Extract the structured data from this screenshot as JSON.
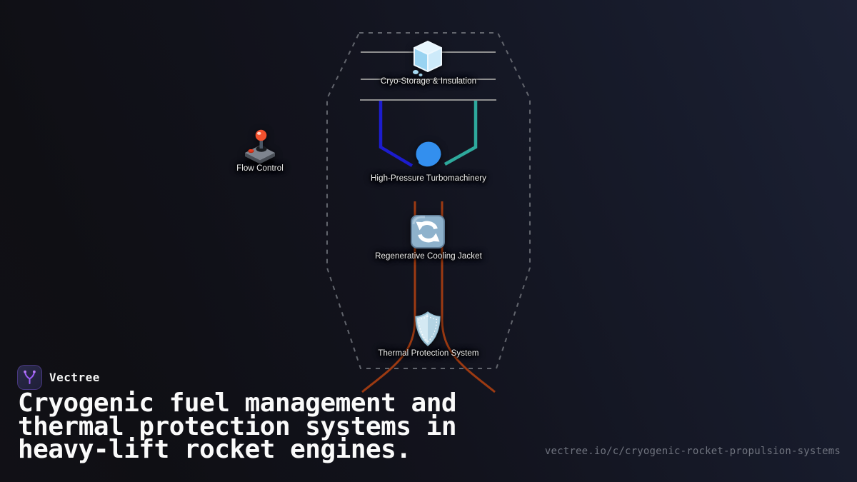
{
  "brand": {
    "name": "Vectree",
    "logo_icon": "vector-branch-icon",
    "accent_color": "#9b5cf6"
  },
  "headline": "Cryogenic fuel management and thermal protection systems in heavy-lift rocket engines.",
  "footer_url": "vectree.io/c/cryogenic-rocket-propulsion-systems",
  "diagram": {
    "description": "Dashed rocket silhouette with cryogenic propulsion stages",
    "nodes": [
      {
        "label": "Cryo-Storage & Insulation",
        "icon": "ice-cube-icon"
      },
      {
        "label": "High-Pressure Turbomachinery",
        "icon": "cyclone-spiral-icon"
      },
      {
        "label": "Regenerative Cooling Jacket",
        "icon": "recycle-arrows-icon"
      },
      {
        "label": "Thermal Protection System",
        "icon": "shield-icon"
      },
      {
        "label": "Flow Control",
        "icon": "joystick-icon"
      }
    ],
    "colors": {
      "outline_dash": "#62656d",
      "tank_lines": "#8f8f8f",
      "feed_line_blue": "#1c1cce",
      "feed_line_teal": "#2ea99c",
      "coolant_line_red": "#9c3a12"
    }
  }
}
